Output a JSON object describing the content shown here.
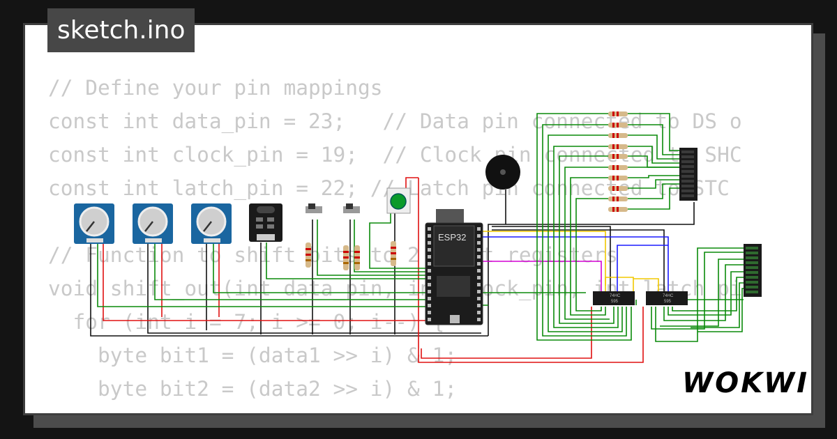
{
  "window": {
    "title": "sketch.ino"
  },
  "code_lines": [
    "// Define your pin mappings",
    "const int data_pin = 23;   // Data pin connected to DS o",
    "const int clock_pin = 19;  // Clock pin connected to SHC",
    "const int latch_pin = 22; // Latch pin connected to STC",
    "",
    "// Function to shift bits to 2 shift registers",
    "void shift_out(int data_pin, int clock_pin, int latch_pi",
    "  for (int i = 7; i >= 0; i--) {",
    "    byte bit1 = (data1 >> i) & 1;",
    "    byte bit2 = (data2 >> i) & 1;"
  ],
  "board": {
    "label": "ESP32"
  },
  "shift_registers": [
    {
      "line1": "74HC",
      "line2": "595"
    },
    {
      "line1": "74HC",
      "line2": "595"
    }
  ],
  "brand": {
    "logo": "WOKWI"
  },
  "colors": {
    "background": "#141414",
    "card": "#ffffff",
    "code_text": "#c9c9c9",
    "tab": "#474747",
    "wire_green": "#0a8a0a",
    "wire_red": "#e01010",
    "wire_black": "#111111",
    "wire_yellow": "#f2c800",
    "wire_blue": "#1a1aff",
    "wire_magenta": "#d400d4",
    "potentiometer": "#1a66a0"
  },
  "icons": {
    "potentiometer": "potentiometer-icon",
    "buzzer": "buzzer-icon",
    "push_button": "push-button-icon",
    "led_bar": "led-bar-icon"
  }
}
